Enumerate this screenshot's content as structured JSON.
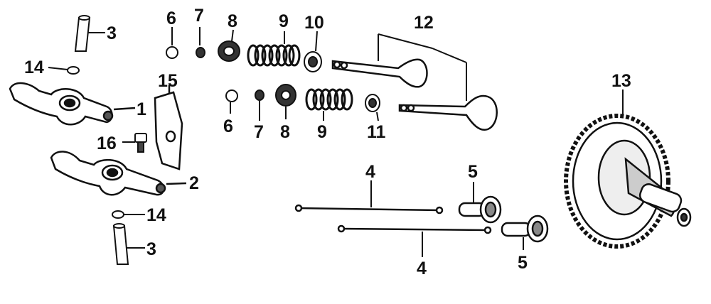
{
  "labels": {
    "rocker_arm_1": "1",
    "rocker_arm_2": "2",
    "shaft_top": "3",
    "shaft_bottom": "3",
    "push_rod_top": "4",
    "push_rod_bottom": "4",
    "tappet_top": "5",
    "tappet_bottom": "5",
    "retainer_top": "6",
    "retainer_bottom": "6",
    "cotter_top": "7",
    "cotter_bottom": "7",
    "spring_seat_top": "8",
    "spring_seat_bottom": "8",
    "spring_top": "9",
    "spring_bottom": "9",
    "stem_seal": "10",
    "seal_bottom": "11",
    "valves": "12",
    "camshaft": "13",
    "washer_top": "14",
    "washer_bottom": "14",
    "guide_plate": "15",
    "bolt": "16"
  }
}
